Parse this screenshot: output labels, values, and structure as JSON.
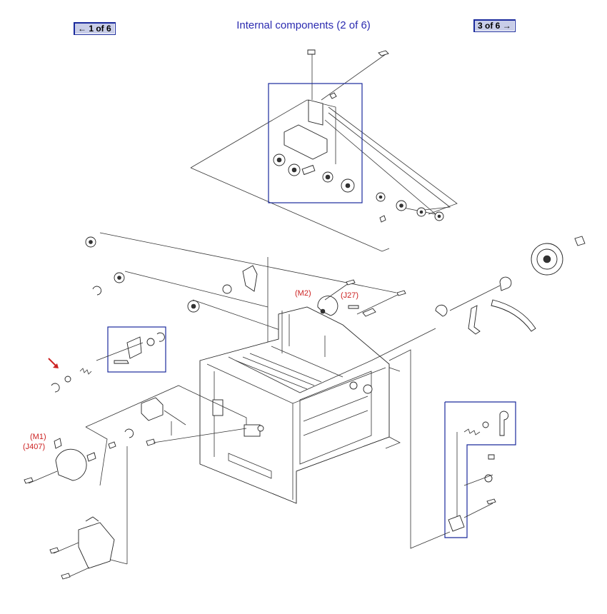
{
  "header": {
    "title": "Internal components (2 of 6)",
    "prev_button": {
      "label": "1 of 6",
      "arrow": "←"
    },
    "next_button": {
      "label": "3 of 6",
      "arrow": "→"
    }
  },
  "callouts": {
    "m2": "(M2)",
    "j27": "(J27)",
    "m1": "(M1)",
    "j407": "(J407)"
  },
  "colors": {
    "title": "#2b2bb0",
    "callout": "#cc2222",
    "highlight_box": "#1a2a9c",
    "button_bg": "#c8cde8"
  },
  "indicator_icon": "red-arrow-icon"
}
